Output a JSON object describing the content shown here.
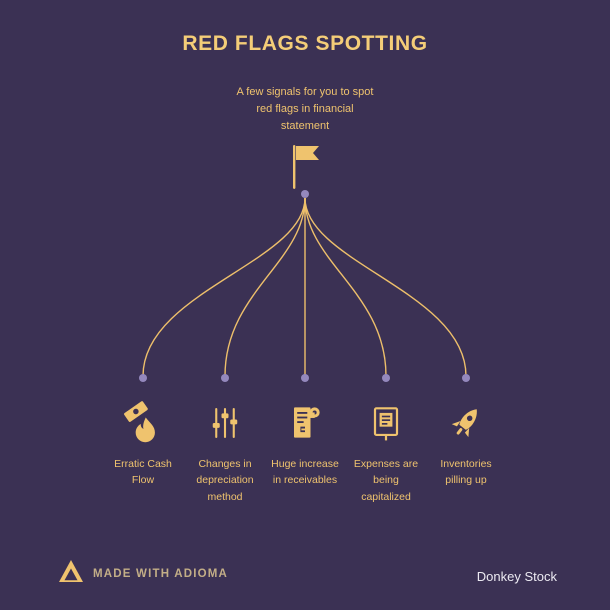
{
  "page": {
    "background_color": "#3b3154",
    "accent_color": "#efc36e",
    "dot_color": "#9488bd"
  },
  "header": {
    "title": "RED FLAGS SPOTTING",
    "subtitle": "A few signals for you to spot\nred flags in financial\nstatement"
  },
  "diagram": {
    "root_icon": "flag-icon",
    "items": [
      {
        "label": "Erratic Cash\nFlow",
        "icon": "burning-cash-icon"
      },
      {
        "label": "Changes in\ndepreciation\nmethod",
        "icon": "sliders-icon"
      },
      {
        "label": "Huge increase\nin receivables",
        "icon": "receipt-icon"
      },
      {
        "label": "Expenses are\nbeing\ncapitalized",
        "icon": "ledger-icon"
      },
      {
        "label": "Inventories\npilling up",
        "icon": "rocket-icon"
      }
    ]
  },
  "footer": {
    "made_with": "MADE WITH ADIOMA",
    "attribution": "Donkey Stock"
  }
}
